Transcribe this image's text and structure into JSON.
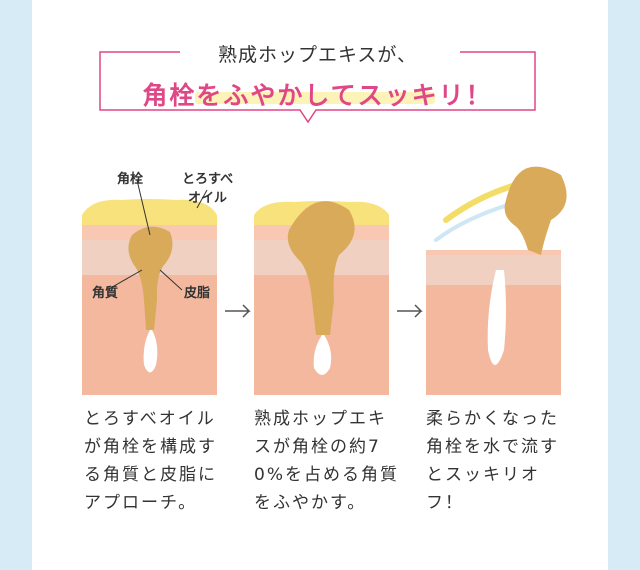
{
  "heading": {
    "subtitle": "熟成ホップエキスが、",
    "title": "角栓をふやかしてスッキリ！"
  },
  "labels": {
    "plug": "角栓",
    "oil": "とろすべ\nオイル",
    "keratin": "角質",
    "sebum": "皮脂"
  },
  "steps": [
    {
      "description": "とろすべオイルが角栓を構成する角質と皮脂にアプローチ。"
    },
    {
      "description": "熟成ホップエキスが角栓の約70%を占める角質をふやかす。"
    },
    {
      "description": "柔らかくなった角栓を水で流すとスッキリオフ！"
    }
  ],
  "colors": {
    "accent_pink": "#e04787",
    "skin": "#f8c8b3",
    "oil": "#f7e27c",
    "plug": "#d9aa5a",
    "background": "#d6ebf6"
  }
}
